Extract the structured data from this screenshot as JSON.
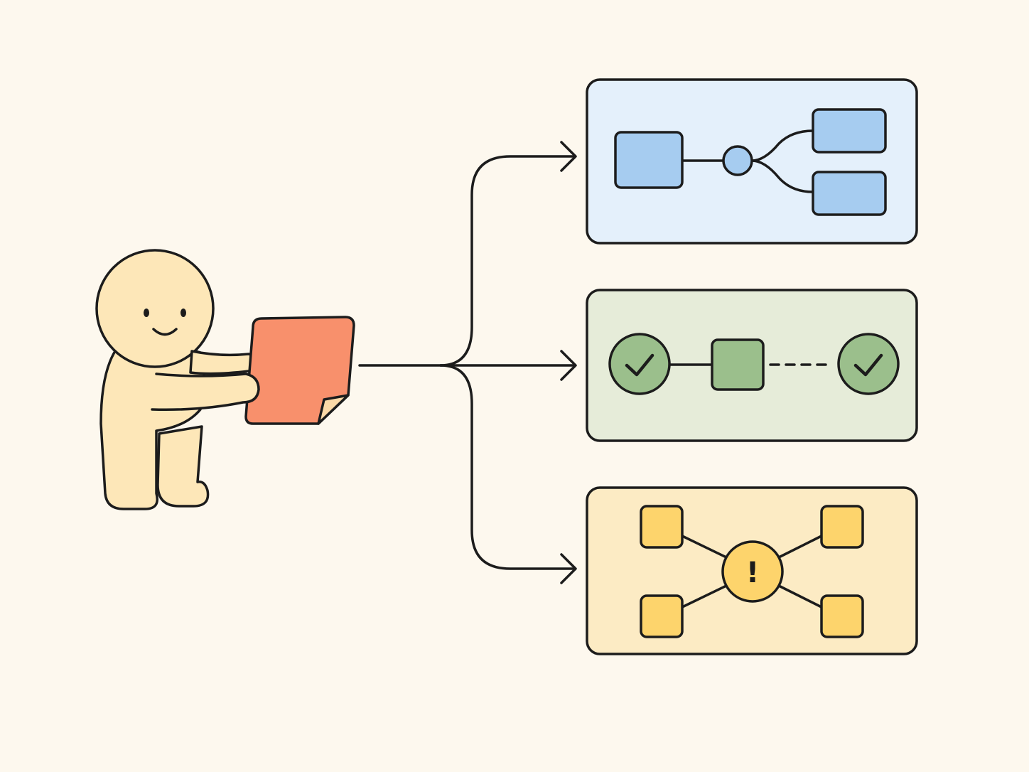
{
  "colors": {
    "background": "#fdf8ee",
    "outline": "#1c1c1c",
    "figure_fill": "#fde7b8",
    "document_fill": "#f8906c",
    "document_fold_fill": "#fbd9a7",
    "panel_blue_fill": "#e4f0fb",
    "node_blue_fill": "#a6ccf0",
    "panel_green_fill": "#e6ecd9",
    "node_green_fill": "#9bbf8c",
    "panel_yellow_fill": "#fcebc4",
    "node_yellow_fill": "#fdd46c"
  },
  "icons": {
    "person": "person-holding-document-icon",
    "document": "document-icon",
    "check": "check-mark-icon",
    "warning": "exclamation-mark-icon"
  },
  "panels": [
    {
      "name": "branching-flow",
      "variant": "blue"
    },
    {
      "name": "checked-sequence",
      "variant": "green"
    },
    {
      "name": "warning-hub",
      "variant": "yellow"
    }
  ],
  "warning_glyph": "!"
}
